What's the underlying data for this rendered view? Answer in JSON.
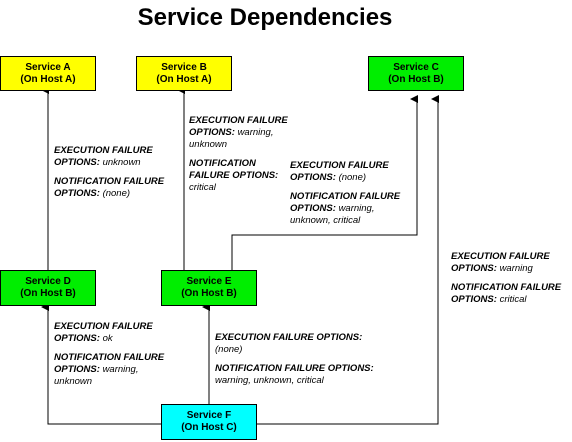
{
  "title": "Service Dependencies",
  "nodes": {
    "a": {
      "name": "Service A",
      "host": "(On Host A)",
      "color": "#ffff00"
    },
    "b": {
      "name": "Service B",
      "host": "(On Host A)",
      "color": "#ffff00"
    },
    "c": {
      "name": "Service C",
      "host": "(On Host B)",
      "color": "#00ee00"
    },
    "d": {
      "name": "Service D",
      "host": "(On Host B)",
      "color": "#00ee00"
    },
    "e": {
      "name": "Service E",
      "host": "(On Host B)",
      "color": "#00ee00"
    },
    "f": {
      "name": "Service F",
      "host": "(On Host C)",
      "color": "#00ffff"
    }
  },
  "notes": {
    "d_a": {
      "exec_label": "EXECUTION FAILURE OPTIONS:",
      "exec_value": "unknown",
      "notif_label": "NOTIFICATION FAILURE OPTIONS:",
      "notif_value": "(none)"
    },
    "e_b": {
      "exec_label": "EXECUTION FAILURE OPTIONS:",
      "exec_value": "warning, unknown",
      "notif_label": "NOTIFICATION FAILURE OPTIONS:",
      "notif_value": "critical"
    },
    "e_c": {
      "exec_label": "EXECUTION FAILURE OPTIONS:",
      "exec_value": "(none)",
      "notif_label": "NOTIFICATION FAILURE OPTIONS:",
      "notif_value": "warning, unknown, critical"
    },
    "f_c": {
      "exec_label": "EXECUTION FAILURE OPTIONS:",
      "exec_value": "warning",
      "notif_label": "NOTIFICATION FAILURE OPTIONS:",
      "notif_value": "critical"
    },
    "f_d": {
      "exec_label": "EXECUTION FAILURE OPTIONS:",
      "exec_value": "ok",
      "notif_label": "NOTIFICATION FAILURE OPTIONS:",
      "notif_value": "warning, unknown"
    },
    "f_e": {
      "exec_label": "EXECUTION FAILURE OPTIONS:",
      "exec_value": "(none)",
      "notif_label": "NOTIFICATION FAILURE OPTIONS:",
      "notif_value": "warning, unknown, critical"
    }
  }
}
